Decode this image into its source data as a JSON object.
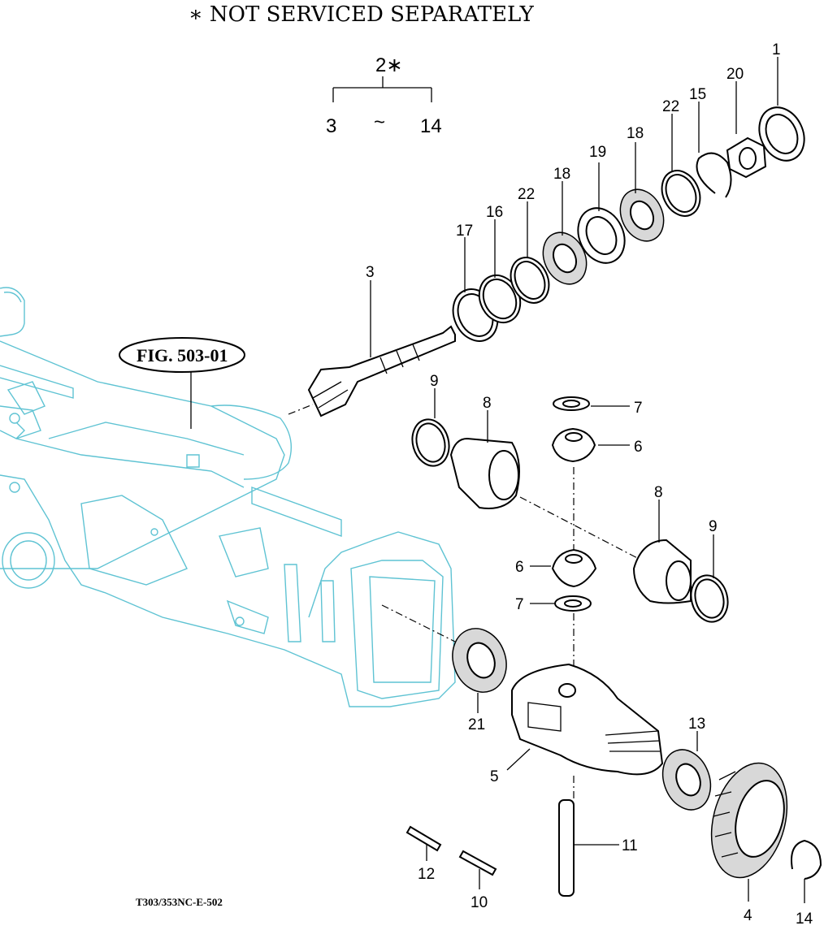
{
  "header": {
    "note": "∗ NOT SERVICED SEPARATELY"
  },
  "assembly": {
    "number": "2∗",
    "range_start": "3",
    "range_tilde": "~",
    "range_end": "14"
  },
  "reference": {
    "fig_label": "FIG. 503-01"
  },
  "drawing_code": "T303/353NC-E-502",
  "callouts": {
    "c1": "1",
    "c20": "20",
    "c15": "15",
    "c22a": "22",
    "c18a": "18",
    "c19": "19",
    "c18b": "18",
    "c22b": "22",
    "c16": "16",
    "c17": "17",
    "c3": "3",
    "c9a": "9",
    "c8a": "8",
    "c7a": "7",
    "c6a": "6",
    "c8b": "8",
    "c9b": "9",
    "c6b": "6",
    "c7b": "7",
    "c21": "21",
    "c5": "5",
    "c13": "13",
    "c11": "11",
    "c12": "12",
    "c10": "10",
    "c4": "4",
    "c14": "14"
  },
  "colors": {
    "housing": "#5fc3d3",
    "parts": "#000000"
  }
}
